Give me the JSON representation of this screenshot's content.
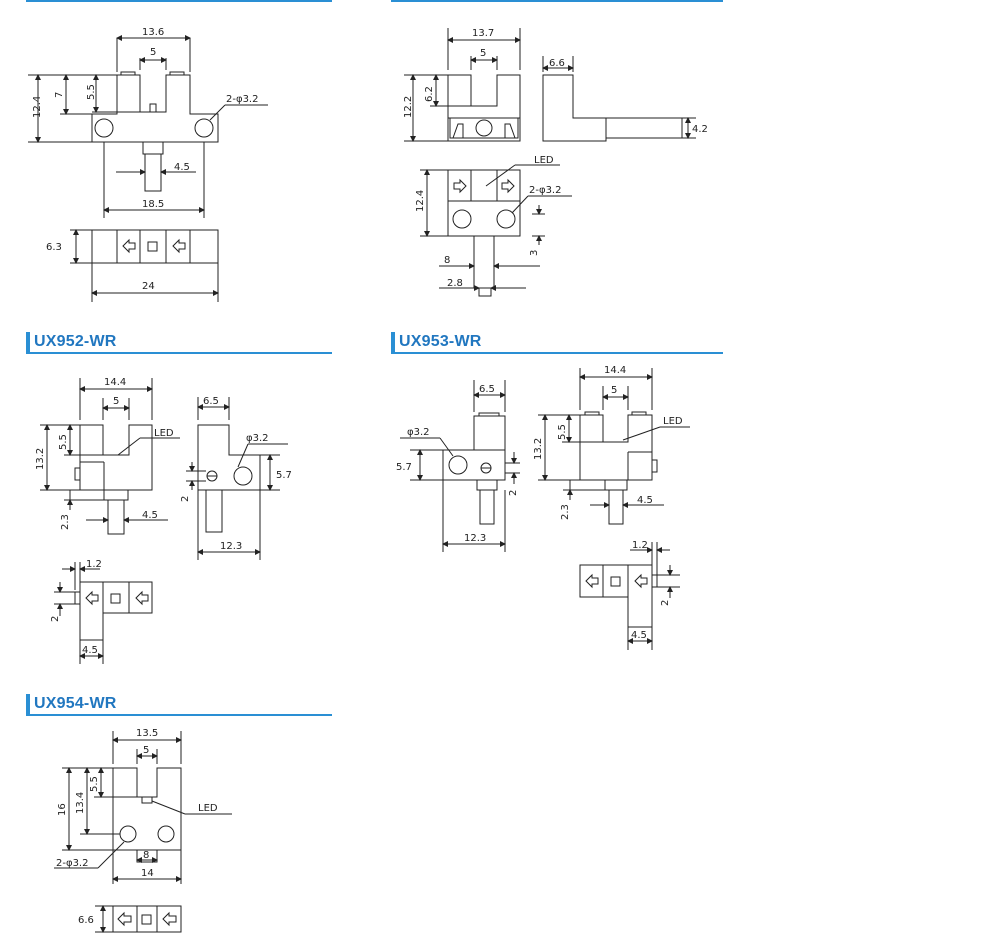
{
  "sections": [
    {
      "id": "ux952",
      "title": "UX952-WR"
    },
    {
      "id": "ux953",
      "title": "UX953-WR"
    },
    {
      "id": "ux954",
      "title": "UX954-WR"
    }
  ],
  "labels": {
    "a_w": "13.6",
    "a_slot": "5",
    "a_h1": "5.5",
    "a_h2": "7",
    "a_h3": "12.4",
    "a_hole": "2-φ3.2",
    "a_stem": "4.5",
    "a_pitch": "18.5",
    "a_t": "6.3",
    "a_len": "24",
    "b_w": "13.7",
    "b_slot": "5",
    "b_h1": "6.2",
    "b_h2": "12.2",
    "b_side": "6.6",
    "b_side_h": "4.2",
    "b_led": "LED",
    "b_h3": "12.4",
    "b_hole": "2-φ3.2",
    "b_x1": "3",
    "b_x2": "8",
    "b_x3": "2.8",
    "c_w": "14.4",
    "c_slot": "5",
    "c_h1": "5.5",
    "c_h2": "13.2",
    "c_led": "LED",
    "c_a": "2.3",
    "c_stem": "4.5",
    "c_side": "6.5",
    "c_hole": "φ3.2",
    "c_y": "5.7",
    "c_y2": "2",
    "c_len": "12.3",
    "c_t1": "1.2",
    "c_t2": "2",
    "c_t3": "4.5",
    "d_side": "6.5",
    "d_hole": "φ3.2",
    "d_y": "5.7",
    "d_y2": "2",
    "d_len": "12.3",
    "d_w": "14.4",
    "d_slot": "5",
    "d_h1": "5.5",
    "d_h2": "13.2",
    "d_led": "LED",
    "d_a": "2.3",
    "d_stem": "4.5",
    "d_t1": "1.2",
    "d_t2": "2",
    "d_t3": "4.5",
    "e_w": "13.5",
    "e_slot": "5",
    "e_h1": "5.5",
    "e_h2": "13.4",
    "e_h3": "16",
    "e_led": "LED",
    "e_hole": "2-φ3.2",
    "e_x": "8",
    "e_pitch": "14",
    "e_t": "6.6"
  },
  "colors": {
    "accent": "#2a8fd4",
    "title": "#2177c0",
    "line": "#222222"
  }
}
